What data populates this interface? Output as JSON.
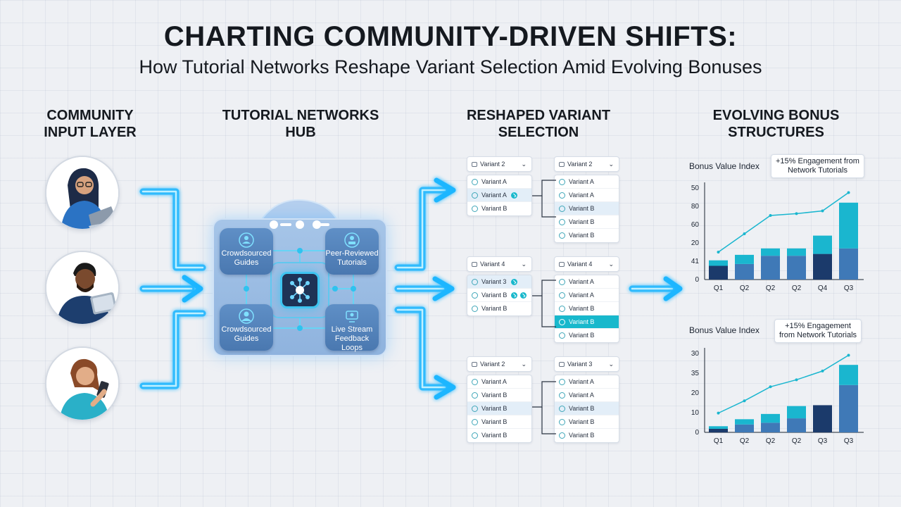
{
  "title": "CHARTING COMMUNITY-DRIVEN SHIFTS:",
  "subtitle": "How Tutorial Networks Reshape Variant Selection Amid Evolving Bonuses",
  "columns": {
    "community": [
      "COMMUNITY",
      "INPUT LAYER"
    ],
    "hub": [
      "TUTORIAL NETWORKS",
      "HUB"
    ],
    "variants": [
      "RESHAPED VARIANT",
      "SELECTION"
    ],
    "bonus": [
      "EVOLVING BONUS",
      "STRUCTURES"
    ]
  },
  "avatars": [
    {
      "icon": "woman-laptop-icon"
    },
    {
      "icon": "man-tablet-icon"
    },
    {
      "icon": "woman-phone-icon"
    }
  ],
  "hub": {
    "nodes": [
      {
        "icon": "people-group-icon",
        "lines": [
          "Crowdsourced",
          "Guides"
        ]
      },
      {
        "icon": "reviewer-icon",
        "lines": [
          "Peer-Reviewed",
          "Tutorials"
        ]
      },
      {
        "icon": "user-icon",
        "lines": [
          "Crowdsourced",
          "Guides"
        ]
      },
      {
        "icon": "livestream-icon",
        "lines": [
          "Live Stream",
          "Feedback Loops"
        ]
      }
    ],
    "center_icon": "network-hub-icon"
  },
  "variant_groups": [
    {
      "left": {
        "header": "Variant 2",
        "rows": [
          {
            "label": "Variant A",
            "state": "normal"
          },
          {
            "label": "Variant A",
            "state": "sel",
            "badge": 1
          },
          {
            "label": "Variant B",
            "state": "normal"
          }
        ]
      },
      "right": {
        "header": "Variant 2",
        "rows": [
          {
            "label": "Variant A",
            "state": "normal"
          },
          {
            "label": "Variant A",
            "state": "normal"
          },
          {
            "label": "Variant B",
            "state": "sel"
          },
          {
            "label": "Variant B",
            "state": "normal"
          },
          {
            "label": "Variant B",
            "state": "normal"
          }
        ]
      }
    },
    {
      "left": {
        "header": "Variant 4",
        "rows": [
          {
            "label": "Variant 3",
            "state": "sel",
            "badge": 1
          },
          {
            "label": "Variant B",
            "state": "normal",
            "badge": 2
          },
          {
            "label": "Variant B",
            "state": "normal"
          }
        ]
      },
      "right": {
        "header": "Variant 4",
        "rows": [
          {
            "label": "Variant A",
            "state": "normal"
          },
          {
            "label": "Variant A",
            "state": "normal"
          },
          {
            "label": "Variant B",
            "state": "normal"
          },
          {
            "label": "Variant B",
            "state": "hot"
          },
          {
            "label": "Variant B",
            "state": "normal"
          }
        ]
      }
    },
    {
      "left": {
        "header": "Variant 2",
        "rows": [
          {
            "label": "Variant A",
            "state": "normal"
          },
          {
            "label": "Variant B",
            "state": "normal"
          },
          {
            "label": "Variant B",
            "state": "sel"
          },
          {
            "label": "Variant B",
            "state": "normal"
          },
          {
            "label": "Variant B",
            "state": "normal"
          }
        ]
      },
      "right": {
        "header": "Variant 3",
        "rows": [
          {
            "label": "Variant A",
            "state": "normal"
          },
          {
            "label": "Variant A",
            "state": "normal"
          },
          {
            "label": "Variant B",
            "state": "sel"
          },
          {
            "label": "Variant B",
            "state": "normal"
          },
          {
            "label": "Variant B",
            "state": "normal"
          }
        ]
      }
    }
  ],
  "colors": {
    "accent": "#1fb6ff",
    "bar_light": "#1ab6cf",
    "bar_mid": "#3f79b7",
    "bar_dark": "#1b3a6b",
    "hub_fill": "#9ebfe5"
  },
  "chart_data": [
    {
      "type": "bar",
      "title": "Bonus Value Index",
      "annotation": [
        "+15% Engagement from",
        "Network Tutorials"
      ],
      "categories": [
        "Q1",
        "Q2",
        "Q2",
        "Q2",
        "Q4",
        "Q3"
      ],
      "y_tick_labels": [
        "0",
        "41",
        "20",
        "60",
        "80",
        "50"
      ],
      "series": [
        {
          "values": [
            15,
            17,
            26,
            26,
            28,
            34
          ]
        },
        {
          "values": [
            6,
            10,
            8,
            8,
            20,
            50
          ]
        }
      ],
      "trend_line": [
        30,
        50,
        70,
        72,
        75,
        95
      ],
      "ylim": [
        0,
        100
      ]
    },
    {
      "type": "bar",
      "title": "Bonus Value Index",
      "annotation": [
        "+15% Engagement",
        "from Network Tutorials"
      ],
      "categories": [
        "Q1",
        "Q2",
        "Q2",
        "Q2",
        "Q3",
        "Q3"
      ],
      "y_tick_labels": [
        "0",
        "10",
        "20",
        "35",
        "30"
      ],
      "series": [
        {
          "values": [
            4,
            9,
            11,
            16,
            31,
            54
          ]
        },
        {
          "values": [
            3,
            6,
            10,
            14,
            0,
            23
          ]
        }
      ],
      "trend_line": [
        22,
        36,
        52,
        60,
        70,
        88
      ],
      "ylim": [
        0,
        90
      ]
    }
  ]
}
